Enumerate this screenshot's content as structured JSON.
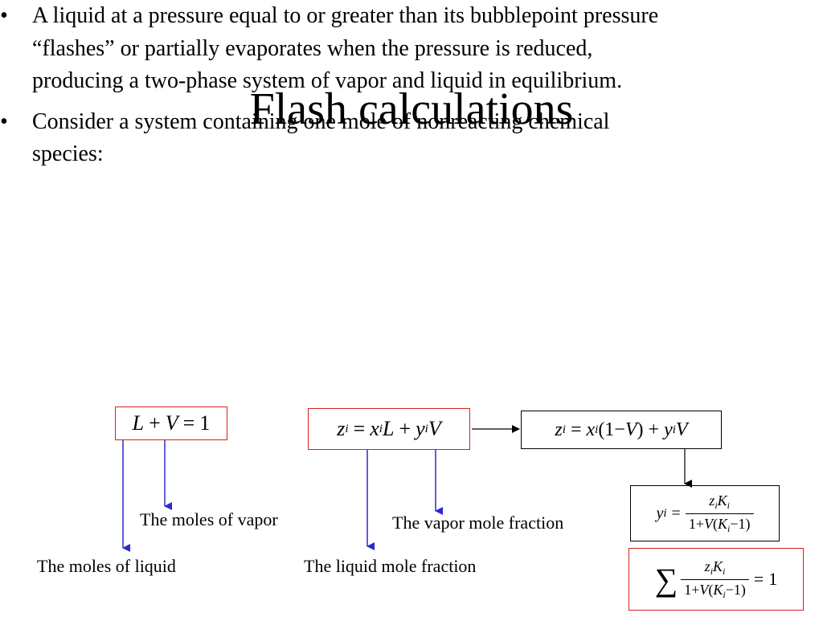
{
  "slide": {
    "title": "Flash calculations",
    "bullet_char": "•",
    "bullets": [
      "A liquid at a pressure equal to or greater than its bubblepoint pressure “flashes” or partially evaporates when the pressure is reduced, producing a two-phase system of vapor and liquid in equilibrium.",
      "Consider a system containing one mole of nonreacting chemical species:"
    ]
  },
  "diagram": {
    "labels": {
      "moles_vapor": "The moles of vapor",
      "moles_liquid": "The moles of liquid",
      "vapor_mole_fraction": "The vapor mole fraction",
      "liquid_mole_fraction": "The liquid mole fraction"
    },
    "colors": {
      "box_red": "#d62020",
      "arrow_blue": "#2a2ad0",
      "arrow_black": "#000000"
    }
  }
}
